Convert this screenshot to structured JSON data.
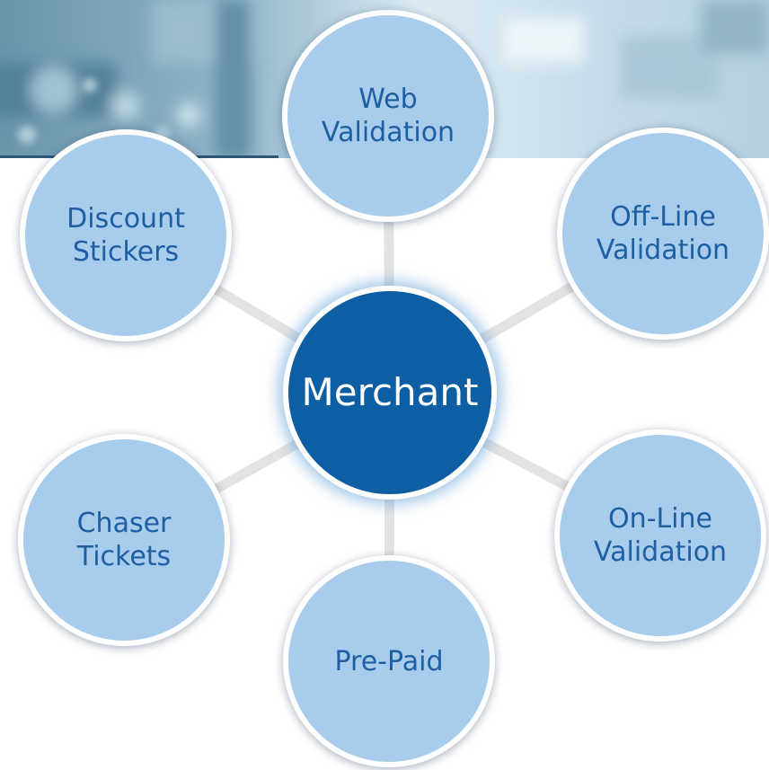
{
  "diagram": {
    "center": {
      "label": "Merchant"
    },
    "nodes": {
      "web": {
        "label": "Web\nValidation"
      },
      "offline": {
        "label": "Off-Line\nValidation"
      },
      "discount": {
        "label": "Discount\nStickers"
      },
      "online": {
        "label": "On-Line\nValidation"
      },
      "chaser": {
        "label": "Chaser\nTickets"
      },
      "prepaid": {
        "label": "Pre-Paid"
      }
    }
  },
  "colors": {
    "node_fill": "#a8ccec",
    "node_text": "#1e5fa3",
    "center_fill": "#0d5ea3",
    "center_text": "#ffffff",
    "spoke": "#e3e3e3",
    "header_divider": "#2c5876"
  }
}
